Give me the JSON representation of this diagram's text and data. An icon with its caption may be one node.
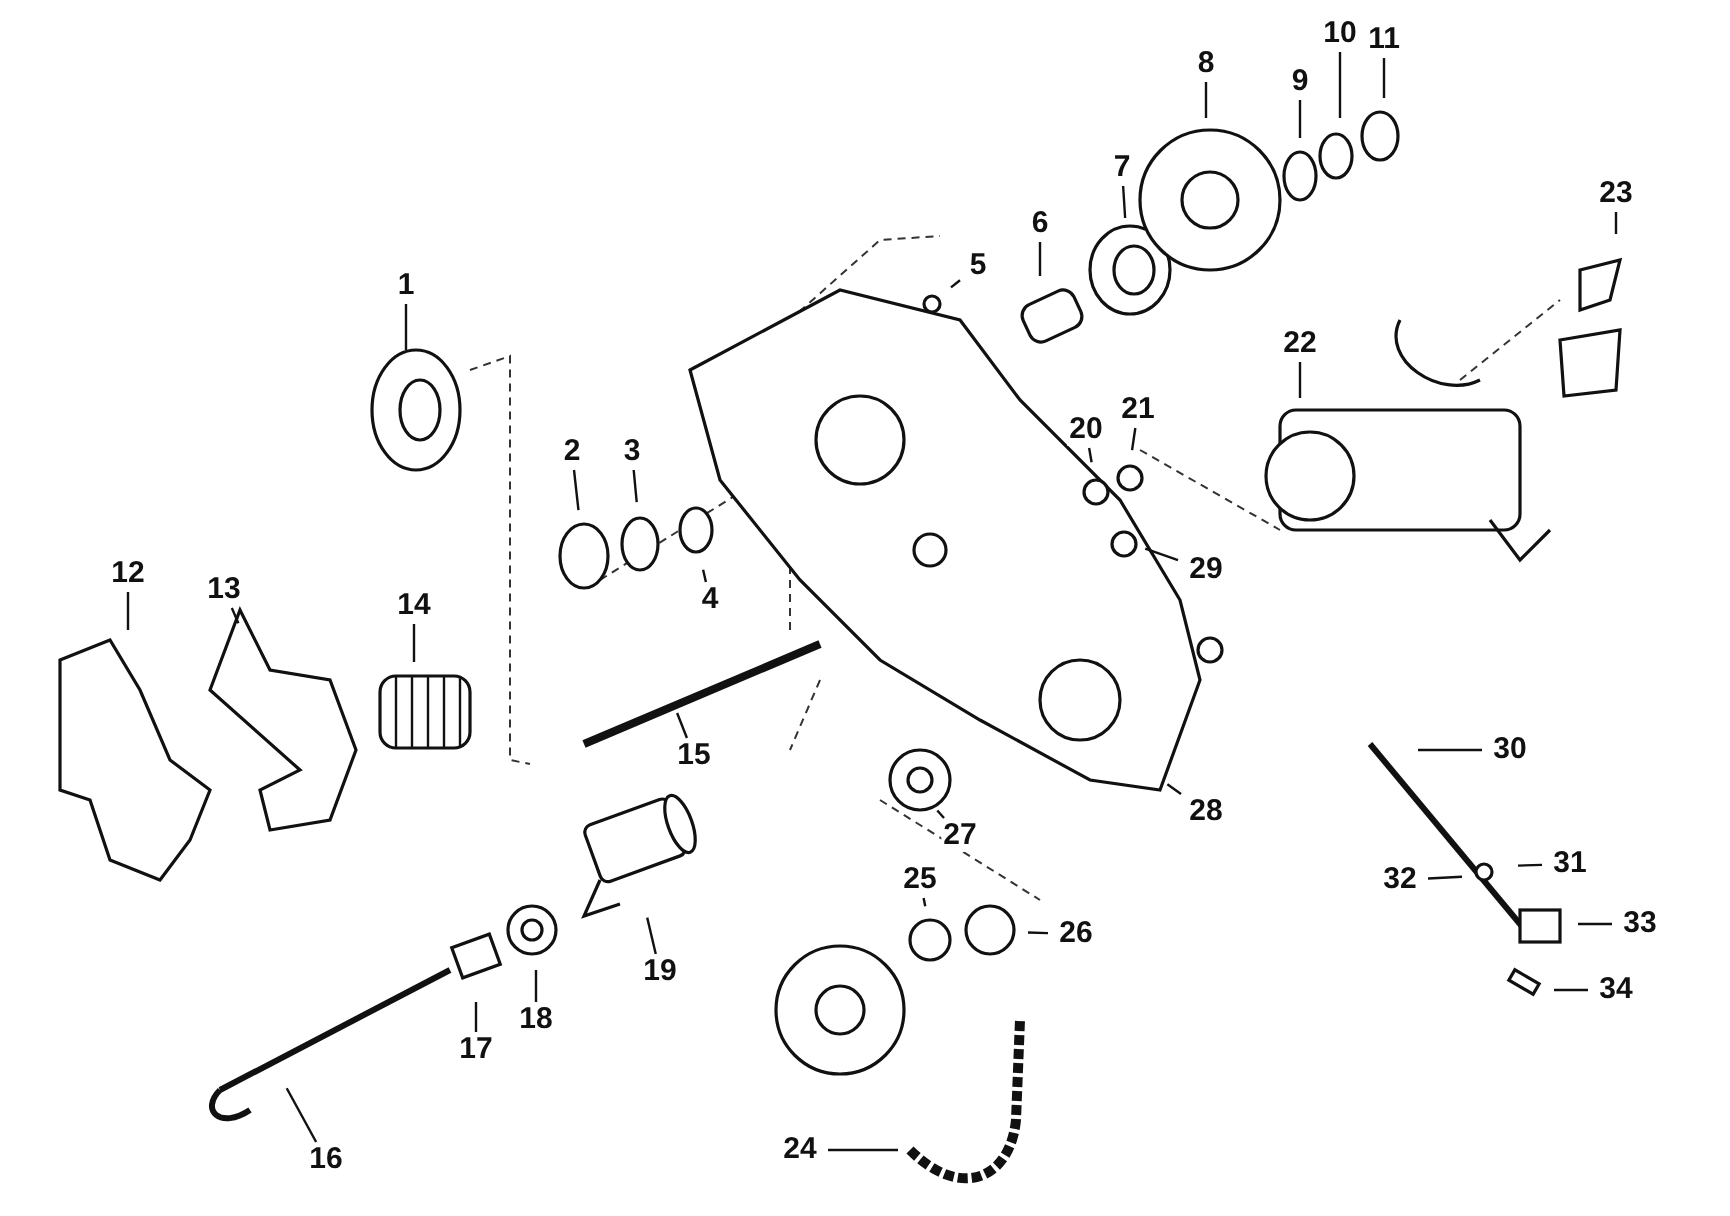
{
  "diagram": {
    "nodes": [
      {
        "text": [
          "1"
        ]
      },
      {
        "text": [
          "2"
        ]
      },
      {
        "text": [
          "3"
        ]
      },
      {
        "text": [
          "4"
        ]
      },
      {
        "text": [
          "5"
        ]
      },
      {
        "text": [
          "6"
        ]
      },
      {
        "text": [
          "7"
        ]
      },
      {
        "text": [
          "8"
        ]
      },
      {
        "text": [
          "9"
        ]
      },
      {
        "text": [
          "10"
        ]
      },
      {
        "text": [
          "11"
        ]
      },
      {
        "text": [
          "12"
        ]
      },
      {
        "text": [
          "13"
        ]
      },
      {
        "text": [
          "14"
        ]
      },
      {
        "text": [
          "15"
        ]
      },
      {
        "text": [
          "16"
        ]
      },
      {
        "text": [
          "17"
        ]
      },
      {
        "text": [
          "18"
        ]
      },
      {
        "text": [
          "19"
        ]
      },
      {
        "text": [
          "20"
        ]
      },
      {
        "text": [
          "21"
        ]
      },
      {
        "text": [
          "22"
        ]
      },
      {
        "text": [
          "23"
        ]
      },
      {
        "text": [
          "24"
        ]
      },
      {
        "text": [
          "25"
        ]
      },
      {
        "text": [
          "26"
        ]
      },
      {
        "text": [
          "27"
        ]
      },
      {
        "text": [
          "28"
        ]
      },
      {
        "text": [
          "29"
        ]
      },
      {
        "text": [
          "30"
        ]
      },
      {
        "text": [
          "31"
        ]
      },
      {
        "text": [
          "32"
        ]
      },
      {
        "text": [
          "33"
        ]
      },
      {
        "text": [
          "34"
        ]
      }
    ],
    "edges": [
      {
        "from": 0,
        "to": null,
        "arrow": "none"
      },
      {
        "from": 1,
        "to": null,
        "arrow": "none"
      },
      {
        "from": 2,
        "to": null,
        "arrow": "none"
      },
      {
        "from": 3,
        "to": null,
        "arrow": "none"
      },
      {
        "from": 4,
        "to": null,
        "arrow": "none"
      },
      {
        "from": 5,
        "to": null,
        "arrow": "none"
      },
      {
        "from": 6,
        "to": null,
        "arrow": "none"
      },
      {
        "from": 7,
        "to": null,
        "arrow": "none"
      },
      {
        "from": 8,
        "to": null,
        "arrow": "none"
      },
      {
        "from": 9,
        "to": null,
        "arrow": "none"
      },
      {
        "from": 10,
        "to": null,
        "arrow": "none"
      },
      {
        "from": 11,
        "to": null,
        "arrow": "none"
      },
      {
        "from": 12,
        "to": null,
        "arrow": "none"
      },
      {
        "from": 13,
        "to": null,
        "arrow": "none"
      },
      {
        "from": 14,
        "to": null,
        "arrow": "none"
      },
      {
        "from": 15,
        "to": null,
        "arrow": "none"
      },
      {
        "from": 16,
        "to": null,
        "arrow": "none"
      },
      {
        "from": 17,
        "to": null,
        "arrow": "none"
      },
      {
        "from": 18,
        "to": null,
        "arrow": "none"
      },
      {
        "from": 19,
        "to": null,
        "arrow": "none"
      },
      {
        "from": 20,
        "to": null,
        "arrow": "none"
      },
      {
        "from": 21,
        "to": null,
        "arrow": "none"
      },
      {
        "from": 22,
        "to": null,
        "arrow": "none"
      },
      {
        "from": 23,
        "to": null,
        "arrow": "none"
      },
      {
        "from": 24,
        "to": null,
        "arrow": "none"
      },
      {
        "from": 25,
        "to": null,
        "arrow": "none"
      },
      {
        "from": 26,
        "to": null,
        "arrow": "none"
      },
      {
        "from": 27,
        "to": null,
        "arrow": "none"
      },
      {
        "from": 28,
        "to": null,
        "arrow": "none"
      },
      {
        "from": 29,
        "to": null,
        "arrow": "none"
      },
      {
        "from": 30,
        "to": null,
        "arrow": "none"
      },
      {
        "from": 31,
        "to": null,
        "arrow": "none"
      },
      {
        "from": 32,
        "to": null,
        "arrow": "none"
      },
      {
        "from": 33,
        "to": null,
        "arrow": "none"
      }
    ]
  }
}
